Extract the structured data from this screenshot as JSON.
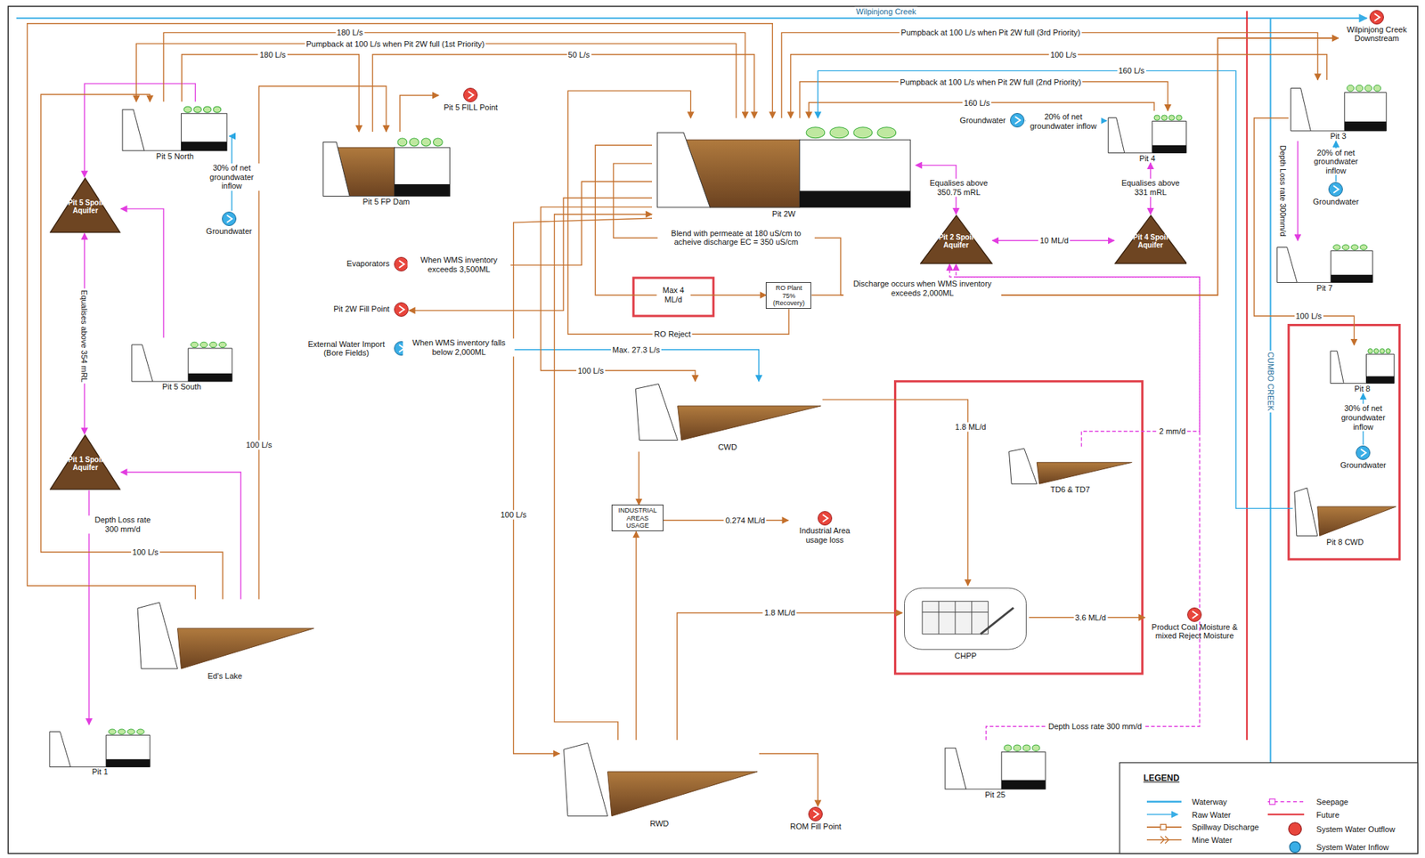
{
  "diagram": {
    "nodes": [
      {
        "text": [
          "Pit 5 North"
        ]
      },
      {
        "text": [
          "Pit 5 FILL Point"
        ]
      },
      {
        "text": [
          "Pit 5 FP Dam"
        ]
      },
      {
        "text": [
          "Groundwater"
        ]
      },
      {
        "text": [
          "Pit 5 Spoil Aquifer"
        ]
      },
      {
        "text": [
          "Pit 5 South"
        ]
      },
      {
        "text": [
          "Pit 1 Spoil Aquifer"
        ]
      },
      {
        "text": [
          "Ed's Lake"
        ]
      },
      {
        "text": [
          "Pit 1"
        ]
      },
      {
        "text": [
          "Evaporators"
        ]
      },
      {
        "text": [
          "Pit 2W Fill Point"
        ]
      },
      {
        "text": [
          "External Water Import (Bore Fields)"
        ]
      },
      {
        "text": [
          "Pit 2W"
        ]
      },
      {
        "text": [
          "RO Plant 75% (Recovery)"
        ]
      },
      {
        "text": [
          "Pit 2 Spoil Aquifer"
        ]
      },
      {
        "text": [
          "Pit 4 Spoil Aquifer"
        ]
      },
      {
        "text": [
          "Groundwater"
        ]
      },
      {
        "text": [
          "Pit 4"
        ]
      },
      {
        "text": [
          "Pit 3"
        ]
      },
      {
        "text": [
          "Groundwater"
        ]
      },
      {
        "text": [
          "Pit 7"
        ]
      },
      {
        "text": [
          "Wilpinjong Creek Downstream"
        ]
      },
      {
        "text": [
          "CWD"
        ]
      },
      {
        "text": [
          "INDUSTRIAL AREAS USAGE"
        ]
      },
      {
        "text": [
          "Industrial Area usage loss"
        ]
      },
      {
        "text": [
          "TD6 & TD7"
        ]
      },
      {
        "text": [
          "CHPP"
        ]
      },
      {
        "text": [
          "Product Coal Moisture & mixed Reject Moisture"
        ]
      },
      {
        "text": [
          "Pit 25"
        ]
      },
      {
        "text": [
          "RWD"
        ]
      },
      {
        "text": [
          "ROM Fill Point"
        ]
      },
      {
        "text": [
          "Pit 8"
        ]
      },
      {
        "text": [
          "Groundwater"
        ]
      },
      {
        "text": [
          "Pit 8 CWD"
        ]
      }
    ],
    "edges": [
      {
        "from": 3,
        "to": 0,
        "label": "30% of net groundwater inflow",
        "arrow": "to"
      },
      {
        "from": 0,
        "to": 4,
        "arrow": "to"
      },
      {
        "from": 5,
        "to": 4,
        "arrow": "to"
      },
      {
        "from": 4,
        "to": 6,
        "label": "Equalises above 354 mRL",
        "arrow": "both"
      },
      {
        "from": 7,
        "to": 6,
        "arrow": "to"
      },
      {
        "from": 6,
        "to": 8,
        "label": "Depth Loss rate 300 mm/d",
        "arrow": "to"
      },
      {
        "from": 7,
        "to": 0,
        "label": "100 L/s",
        "arrow": "to"
      },
      {
        "from": 7,
        "to": 2,
        "label": "100 L/s",
        "arrow": "to"
      },
      {
        "from": 7,
        "to": 12,
        "arrow": "to"
      },
      {
        "from": 0,
        "to": 12,
        "label": "180 L/s",
        "arrow": "to"
      },
      {
        "from": 12,
        "to": 0,
        "label": "Pumpback at 100 L/s when Pit 2W full (1st Priority)",
        "arrow": "to"
      },
      {
        "from": 0,
        "to": 2,
        "label": "180 L/s",
        "arrow": "to"
      },
      {
        "from": 2,
        "to": 12,
        "label": "50 L/s",
        "arrow": "to"
      },
      {
        "from": 18,
        "to": 12,
        "label": "100 L/s",
        "arrow": "to"
      },
      {
        "from": 12,
        "to": 18,
        "label": "Pumpback at 100 L/s when Pit 2W full (3rd Priority)",
        "arrow": "to"
      },
      {
        "from": 17,
        "to": 12,
        "label": "160 L/s",
        "arrow": "to"
      },
      {
        "from": 12,
        "to": 17,
        "label": "Pumpback at 100 L/s when Pit 2W full (2nd Priority)",
        "arrow": "to"
      },
      {
        "from": 33,
        "to": 12,
        "label": "160 L/s",
        "arrow": "to"
      },
      {
        "from": 18,
        "to": 31,
        "label": "100 L/s",
        "arrow": "to"
      },
      {
        "from": 16,
        "to": 17,
        "label": "20% of net groundwater inflow",
        "arrow": "to"
      },
      {
        "from": 19,
        "to": 18,
        "label": "20% of net groundwater inflow",
        "arrow": "to"
      },
      {
        "from": 18,
        "to": 20,
        "label": "Depth Loss rate 300mm/d",
        "arrow": "to"
      },
      {
        "from": 32,
        "to": 31,
        "label": "30% of net groundwater inflow",
        "arrow": "to"
      },
      {
        "from": 14,
        "to": 15,
        "label": "10 ML/d",
        "arrow": "both"
      },
      {
        "from": 14,
        "to": 12,
        "label": "Equalises above 350.75 mRL",
        "arrow": "both"
      },
      {
        "from": 15,
        "to": 17,
        "label": "Equalises above 331 mRL",
        "arrow": "both"
      },
      {
        "from": 28,
        "to": 14,
        "label": "Depth Loss rate 300 mm/d",
        "arrow": "to"
      },
      {
        "from": 25,
        "to": 14,
        "label": "2 mm/d",
        "arrow": "to"
      },
      {
        "from": 12,
        "to": 13,
        "label": "Max 4 ML/d",
        "arrow": "to"
      },
      {
        "from": 13,
        "to": 12,
        "label": "RO Reject",
        "arrow": "to"
      },
      {
        "from": 13,
        "to": 21,
        "label": "Discharge occurs when WMS inventory exceeds 2,000ML",
        "arrow": "to"
      },
      {
        "from": 12,
        "to": 21,
        "label": "Blend with permeate at 180 uS/cm to acheive discharge EC = 350 uS/cm",
        "arrow": "to"
      },
      {
        "from": 12,
        "to": 9,
        "label": "When WMS inventory exceeds 3,500ML",
        "arrow": "to"
      },
      {
        "from": 12,
        "to": 10,
        "arrow": "to"
      },
      {
        "from": 11,
        "to": 22,
        "label": "When WMS inventory falls below 2,000ML",
        "arrow": "to"
      },
      {
        "from": 12,
        "to": 22,
        "label": "100 L/s",
        "arrow": "to"
      },
      {
        "from": 22,
        "to": 23,
        "arrow": "to"
      },
      {
        "from": 23,
        "to": 24,
        "label": "0.274 ML/d",
        "arrow": "to"
      },
      {
        "from": 29,
        "to": 23,
        "arrow": "to"
      },
      {
        "from": 22,
        "to": 26,
        "label": "1.8 ML/d",
        "arrow": "to"
      },
      {
        "from": 29,
        "to": 26,
        "label": "1.8 ML/d",
        "arrow": "to"
      },
      {
        "from": 26,
        "to": 27,
        "label": "3.6 ML/d",
        "arrow": "to"
      },
      {
        "from": 29,
        "to": 30,
        "arrow": "to"
      },
      {
        "from": 12,
        "to": 29,
        "label": "100 L/s",
        "arrow": "to"
      },
      {
        "from": 29,
        "to": 12,
        "arrow": "to"
      },
      {
        "from": 2,
        "to": 1,
        "arrow": "to"
      }
    ],
    "labels": [
      "Wilpinjong Creek",
      "CUMBO CREEK",
      "Max. 27.3 L/s",
      "LEGEND"
    ],
    "legend": [
      {
        "text": "Waterway"
      },
      {
        "text": "Raw Water"
      },
      {
        "text": "Spillway Discharge"
      },
      {
        "text": "Mine Water"
      },
      {
        "text": "Seepage"
      },
      {
        "text": "Future"
      },
      {
        "text": "System Water Outflow"
      },
      {
        "text": "System Water Inflow"
      }
    ]
  }
}
